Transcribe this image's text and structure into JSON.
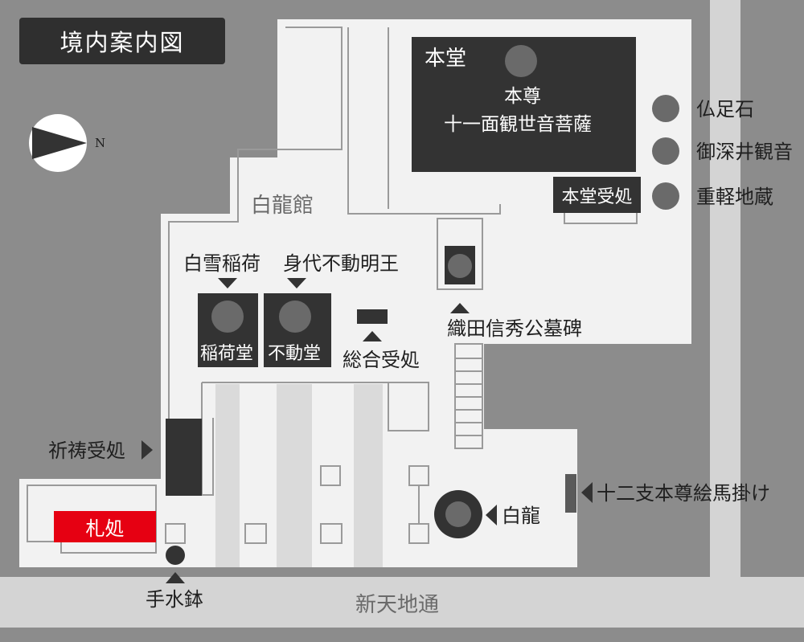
{
  "title": "境内案内図",
  "compass": {
    "label": "N"
  },
  "road": {
    "label": "新天地通"
  },
  "building": {
    "label": "白龍館"
  },
  "hondo": {
    "label": "本堂",
    "honzon_title": "本尊",
    "honzon_name": "十一面観世音菩薩",
    "reception": "本堂受処"
  },
  "right_features": [
    "仏足石",
    "御深井観音",
    "重軽地蔵"
  ],
  "shrines": {
    "inari_top": "白雪稲荷",
    "fudo_top": "身代不動明王",
    "inari_hall": "稲荷堂",
    "fudo_hall": "不動堂"
  },
  "general_reception": "総合受処",
  "oda_monument": "織田信秀公墓碑",
  "prayer_reception": "祈祷受処",
  "fudasho": "札処",
  "hakuryu": "白龍",
  "ema": "十二支本尊絵馬掛け",
  "temizubachi": "手水鉢",
  "colors": {
    "background": "#8c8c8c",
    "grounds": "#f2f2f2",
    "dark_building": "#333333",
    "marker": "#6a6a6a",
    "accent_red": "#e60012"
  }
}
